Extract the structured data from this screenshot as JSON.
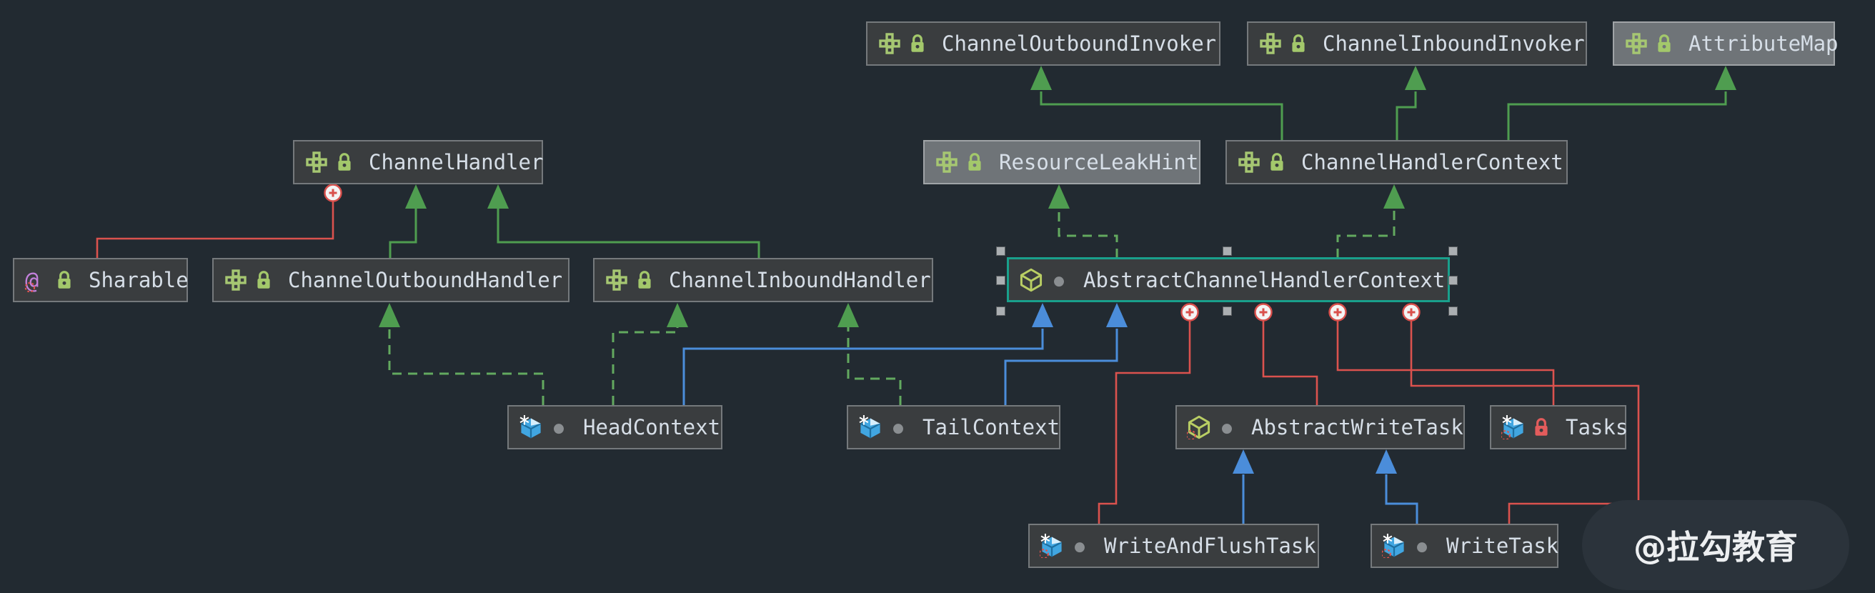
{
  "diagram": {
    "title": "Netty ChannelHandlerContext class hierarchy",
    "nodes": [
      {
        "label": "ChannelOutboundInvoker",
        "kind": "interface",
        "visibility": "public",
        "external": false,
        "selected": false
      },
      {
        "label": "ChannelInboundInvoker",
        "kind": "interface",
        "visibility": "public",
        "external": false,
        "selected": false
      },
      {
        "label": "AttributeMap",
        "kind": "interface",
        "visibility": "public",
        "external": true,
        "selected": false
      },
      {
        "label": "ChannelHandler",
        "kind": "interface",
        "visibility": "public",
        "external": false,
        "selected": false
      },
      {
        "label": "ResourceLeakHint",
        "kind": "interface",
        "visibility": "public",
        "external": true,
        "selected": false
      },
      {
        "label": "ChannelHandlerContext",
        "kind": "interface",
        "visibility": "public",
        "external": false,
        "selected": false
      },
      {
        "label": "Sharable",
        "kind": "annotation",
        "visibility": "public",
        "external": false,
        "selected": false,
        "inner": true
      },
      {
        "label": "ChannelOutboundHandler",
        "kind": "interface",
        "visibility": "public",
        "external": false,
        "selected": false
      },
      {
        "label": "ChannelInboundHandler",
        "kind": "interface",
        "visibility": "public",
        "external": false,
        "selected": false
      },
      {
        "label": "AbstractChannelHandlerContext",
        "kind": "abstract-class",
        "visibility": "package-private",
        "external": false,
        "selected": true
      },
      {
        "label": "HeadContext",
        "kind": "final-class",
        "visibility": "package-private",
        "external": false,
        "selected": false
      },
      {
        "label": "TailContext",
        "kind": "final-class",
        "visibility": "package-private",
        "external": false,
        "selected": false
      },
      {
        "label": "AbstractWriteTask",
        "kind": "abstract-class",
        "visibility": "package-private",
        "external": false,
        "selected": false,
        "inner": true
      },
      {
        "label": "Tasks",
        "kind": "final-class",
        "visibility": "private",
        "external": false,
        "selected": false,
        "inner": true
      },
      {
        "label": "WriteAndFlushTask",
        "kind": "final-class",
        "visibility": "package-private",
        "external": false,
        "selected": false,
        "inner": true
      },
      {
        "label": "WriteTask",
        "kind": "final-class",
        "visibility": "package-private",
        "external": false,
        "selected": false,
        "inner": true
      }
    ],
    "edges": [
      {
        "from": "ChannelOutboundHandler",
        "to": "ChannelHandler",
        "type": "extends"
      },
      {
        "from": "ChannelInboundHandler",
        "to": "ChannelHandler",
        "type": "extends"
      },
      {
        "from": "ChannelHandlerContext",
        "to": "ChannelOutboundInvoker",
        "type": "extends"
      },
      {
        "from": "ChannelHandlerContext",
        "to": "ChannelInboundInvoker",
        "type": "extends"
      },
      {
        "from": "ChannelHandlerContext",
        "to": "AttributeMap",
        "type": "extends"
      },
      {
        "from": "AbstractChannelHandlerContext",
        "to": "ResourceLeakHint",
        "type": "implements"
      },
      {
        "from": "AbstractChannelHandlerContext",
        "to": "ChannelHandlerContext",
        "type": "implements"
      },
      {
        "from": "HeadContext",
        "to": "ChannelOutboundHandler",
        "type": "implements"
      },
      {
        "from": "HeadContext",
        "to": "ChannelInboundHandler",
        "type": "implements"
      },
      {
        "from": "TailContext",
        "to": "ChannelInboundHandler",
        "type": "implements"
      },
      {
        "from": "HeadContext",
        "to": "AbstractChannelHandlerContext",
        "type": "extends"
      },
      {
        "from": "TailContext",
        "to": "AbstractChannelHandlerContext",
        "type": "extends"
      },
      {
        "from": "WriteAndFlushTask",
        "to": "AbstractWriteTask",
        "type": "extends"
      },
      {
        "from": "WriteTask",
        "to": "AbstractWriteTask",
        "type": "extends"
      },
      {
        "from": "ChannelHandler",
        "to": "Sharable",
        "type": "inner-class"
      },
      {
        "from": "AbstractChannelHandlerContext",
        "to": "WriteAndFlushTask",
        "type": "inner-class"
      },
      {
        "from": "AbstractChannelHandlerContext",
        "to": "AbstractWriteTask",
        "type": "inner-class"
      },
      {
        "from": "AbstractChannelHandlerContext",
        "to": "Tasks",
        "type": "inner-class"
      },
      {
        "from": "AbstractChannelHandlerContext",
        "to": "WriteTask",
        "type": "inner-class"
      }
    ],
    "colors": {
      "background": "#222A31",
      "node_fill": "#3A3D3F",
      "node_border": "#75797C",
      "external_node_fill": "#6F7478",
      "selected_border": "#19A08C",
      "extends_edge": "#4F9D50",
      "implements_edge": "#63A95F",
      "class_extends_edge": "#4B8DDA",
      "inner_class_edge": "#DB524E",
      "label_text": "#D6DEE7"
    }
  },
  "watermark": {
    "text": "@拉勾教育"
  }
}
